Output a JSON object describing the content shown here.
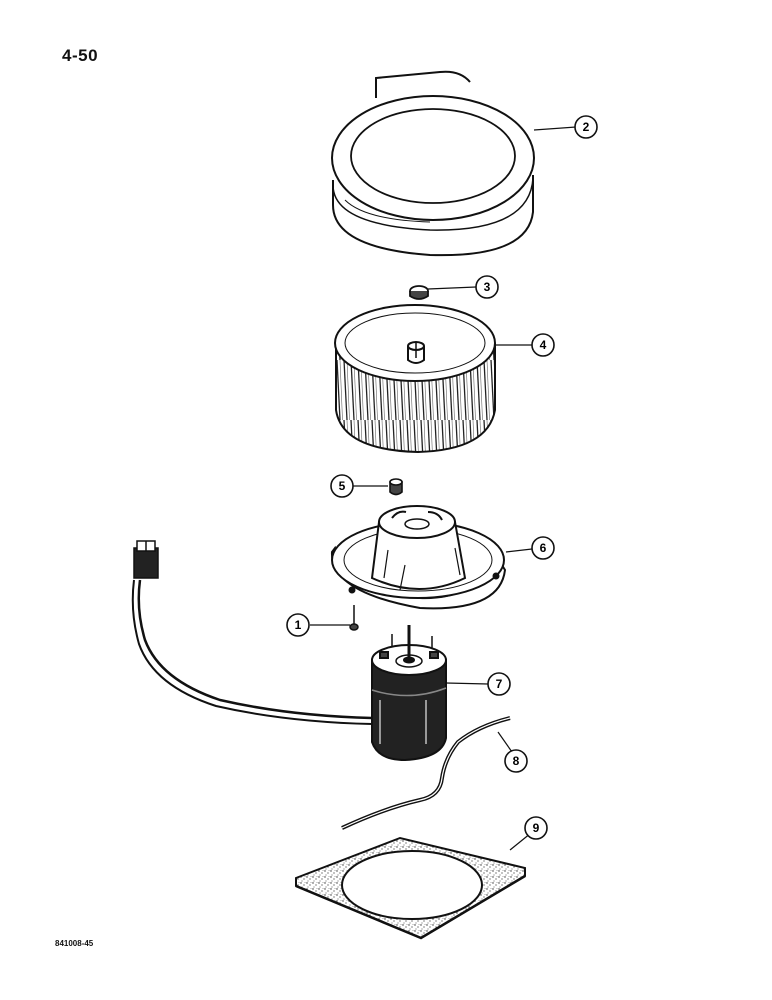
{
  "page": {
    "number": "4-50",
    "figure_code": "841008-45"
  },
  "parts": [
    {
      "callout": "1",
      "name": "screw"
    },
    {
      "callout": "2",
      "name": "blower-housing"
    },
    {
      "callout": "3",
      "name": "retaining-nut"
    },
    {
      "callout": "4",
      "name": "blower-wheel"
    },
    {
      "callout": "5",
      "name": "nut"
    },
    {
      "callout": "6",
      "name": "motor-mounting-plate"
    },
    {
      "callout": "7",
      "name": "blower-motor"
    },
    {
      "callout": "8",
      "name": "ground-wire"
    },
    {
      "callout": "9",
      "name": "gasket"
    }
  ],
  "colors": {
    "ink": "#111111",
    "paper": "#ffffff",
    "shade": "#2a2a2a"
  }
}
